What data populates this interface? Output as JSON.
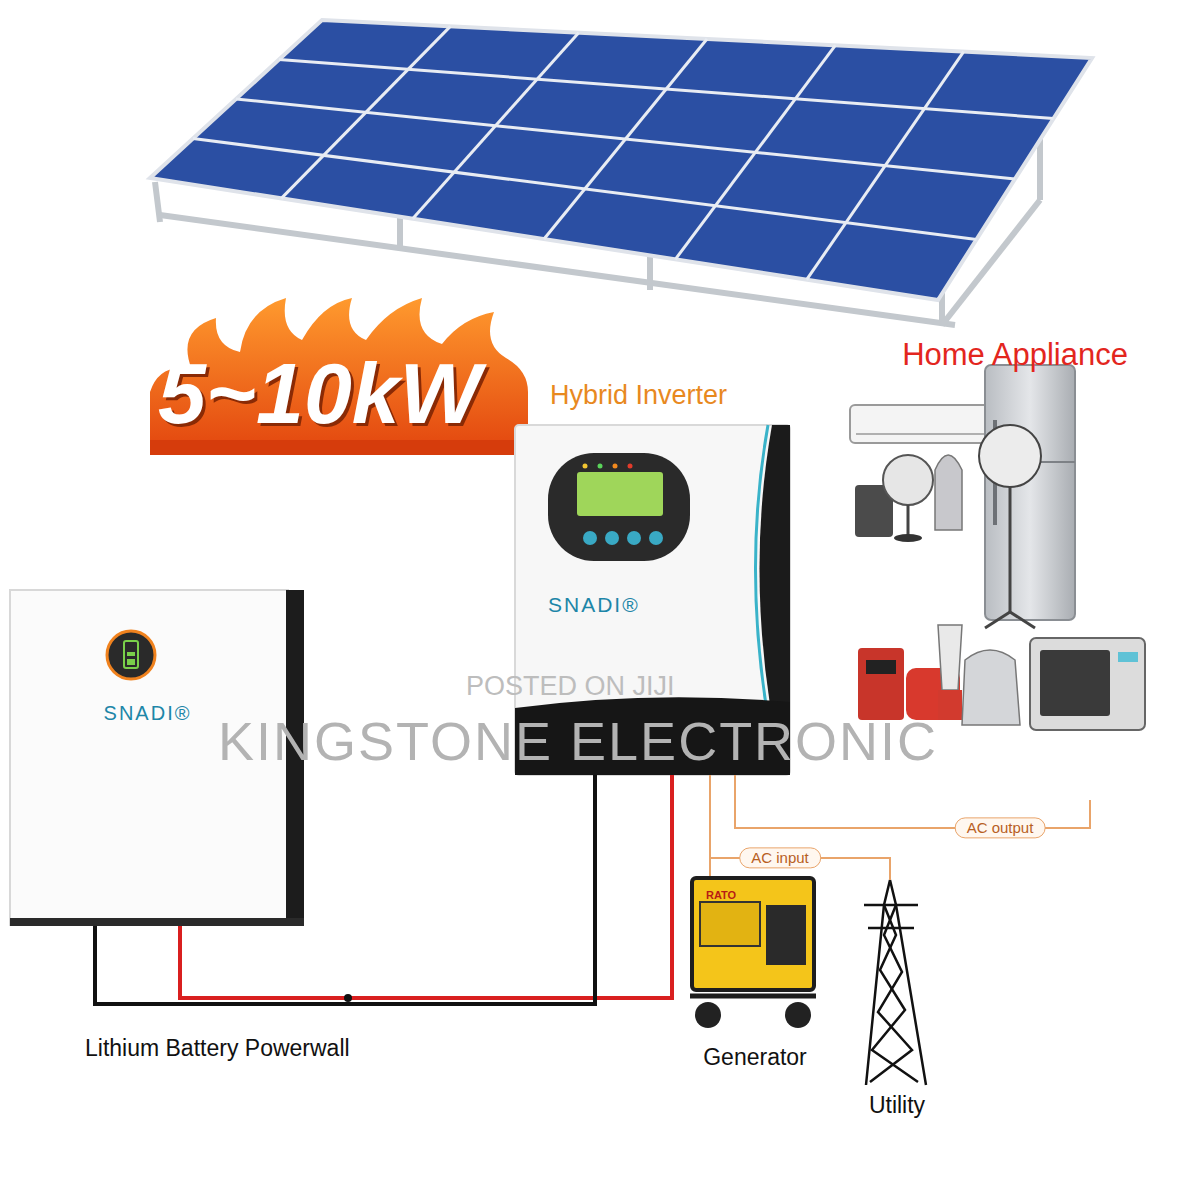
{
  "diagram": {
    "nodes": [
      {
        "text": [
          "Hybrid Inverter",
          "SNADI®"
        ]
      },
      {
        "text": [
          "Home Appliance"
        ]
      },
      {
        "text": [
          "SNADI®",
          "Lithium Battery Powerwall"
        ]
      },
      {
        "text": [
          "Generator"
        ]
      },
      {
        "text": [
          "Utility"
        ]
      }
    ],
    "edges": [
      {
        "from": 2,
        "to": 0,
        "arrow": "none"
      },
      {
        "from": 0,
        "to": 1,
        "label": "AC output",
        "arrow": "none"
      },
      {
        "from": 3,
        "to": 0,
        "arrow": "none"
      },
      {
        "from": 4,
        "to": 0,
        "arrow": "none"
      }
    ],
    "labels": [
      "5~10kW",
      "RATO",
      "AC input",
      "POSTED ON JIJI",
      "KINGSTONE ELECTRONIC"
    ]
  }
}
